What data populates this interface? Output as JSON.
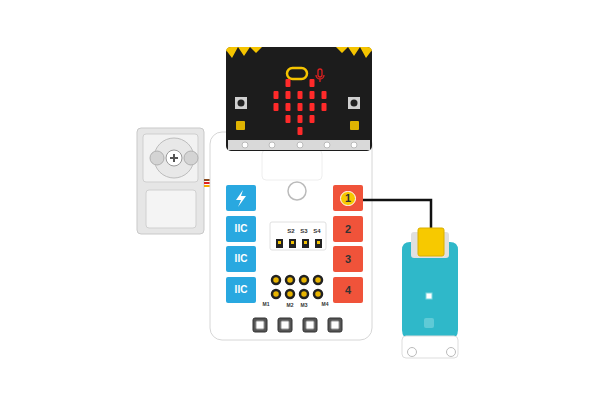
{
  "diagram": {
    "nodes": [
      {
        "text": [
          "1"
        ]
      },
      {
        "text": [
          "IIC"
        ]
      },
      {
        "text": [
          "2"
        ]
      },
      {
        "text": [
          "IIC"
        ]
      },
      {
        "text": [
          "3"
        ]
      },
      {
        "text": [
          "IIC"
        ]
      },
      {
        "text": [
          "4"
        ]
      }
    ],
    "labels": [
      "S2",
      "S3",
      "S4",
      "M1",
      "M2",
      "M3",
      "M4"
    ]
  }
}
